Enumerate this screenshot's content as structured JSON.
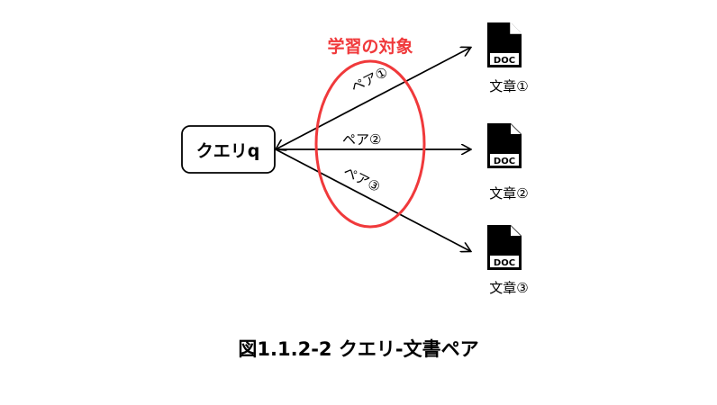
{
  "diagram": {
    "query_label": "クエリq",
    "highlight_label": "学習の対象",
    "highlight_color": "#f0393b",
    "pairs": [
      {
        "label": "ペア①"
      },
      {
        "label": "ペア②"
      },
      {
        "label": "ペア③"
      }
    ],
    "documents": [
      {
        "icon_text": "DOC",
        "label": "文章①",
        "icon": "document-icon"
      },
      {
        "icon_text": "DOC",
        "label": "文章②",
        "icon": "document-icon"
      },
      {
        "icon_text": "DOC",
        "label": "文章③",
        "icon": "document-icon"
      }
    ]
  },
  "caption": "図1.1.2-2 クエリ-文書ペア"
}
